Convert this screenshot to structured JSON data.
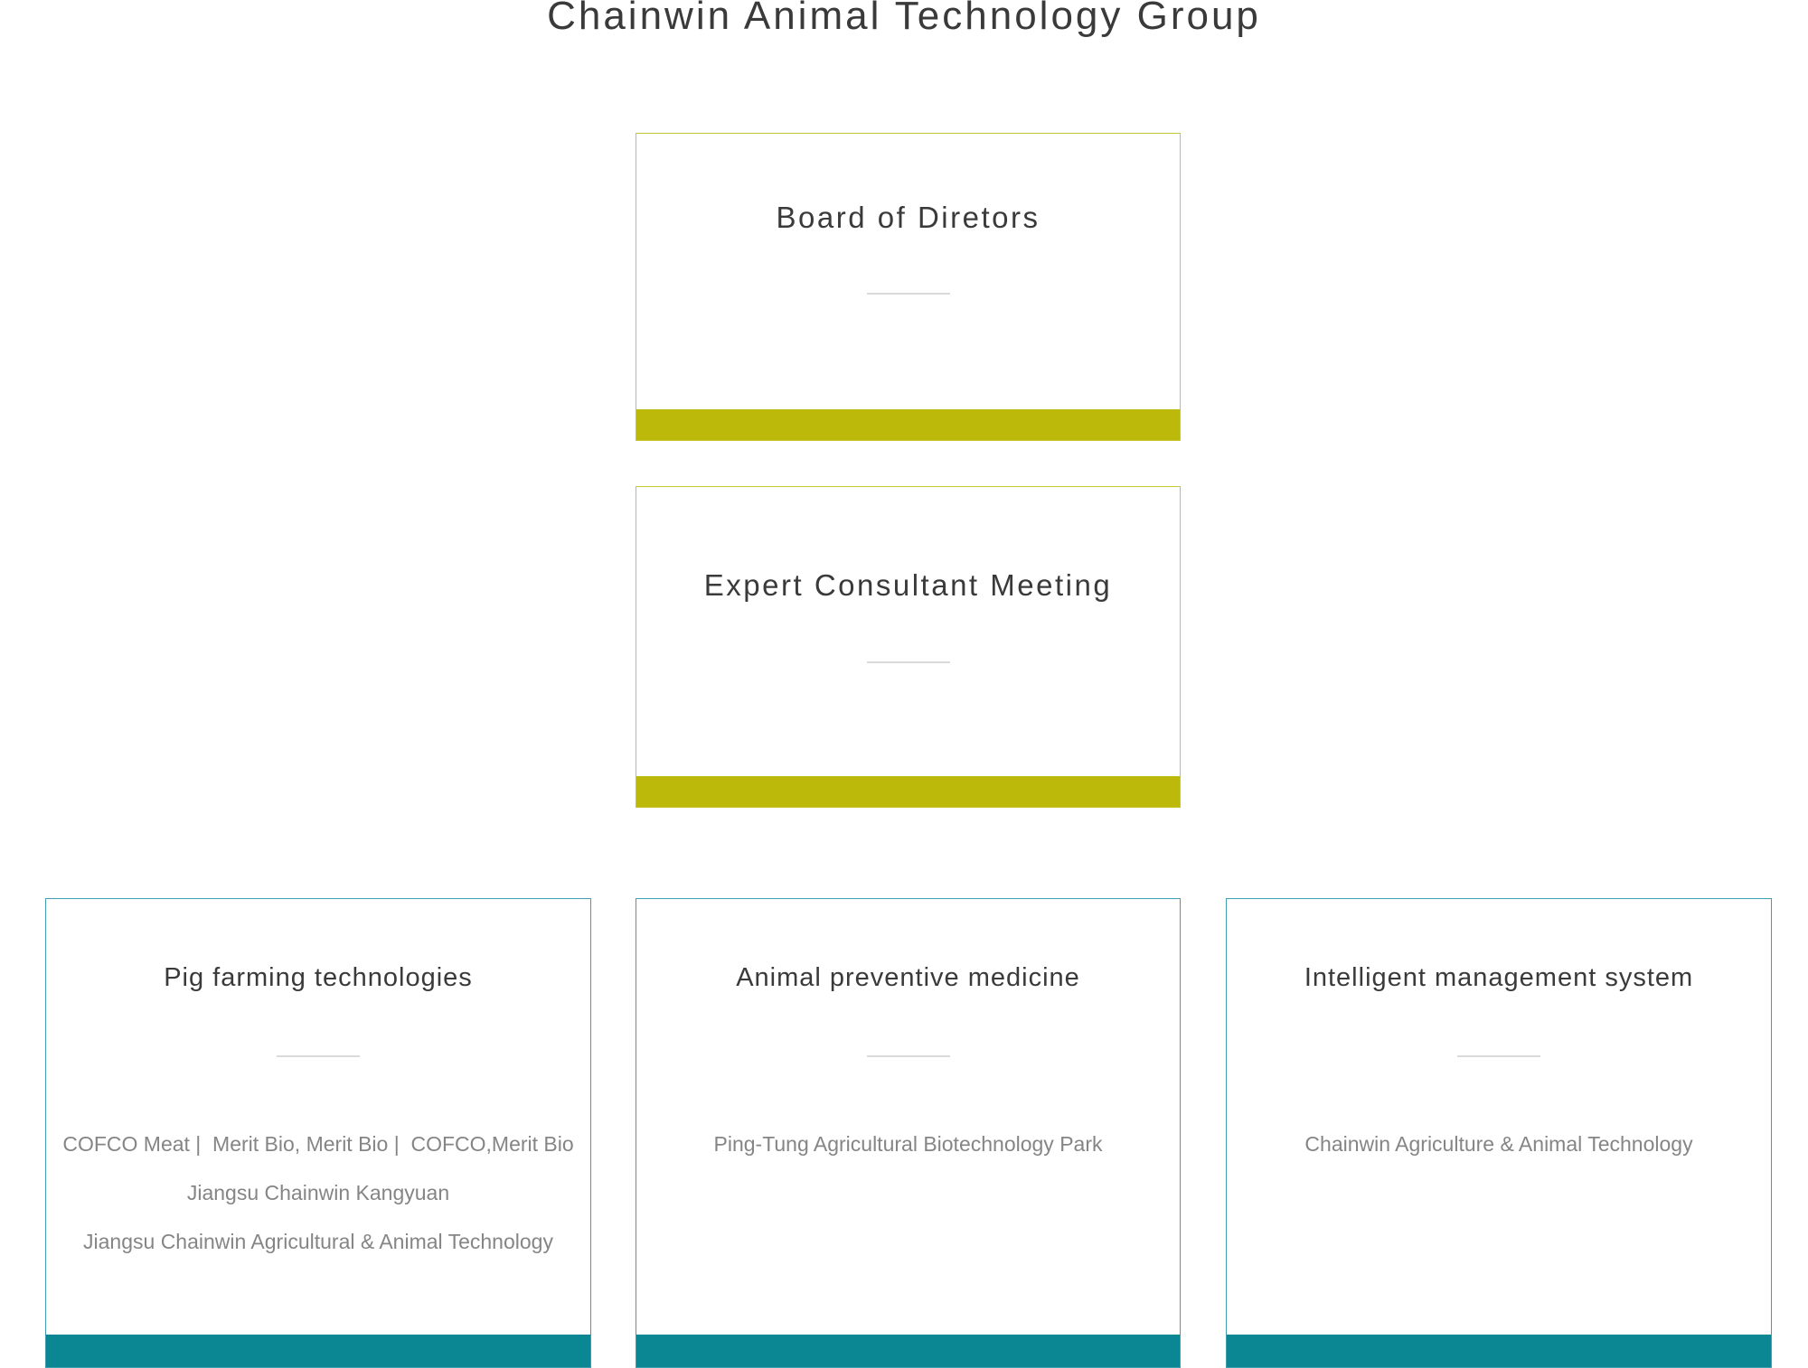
{
  "page": {
    "title": "Chainwin Animal Technology Group"
  },
  "colors": {
    "gold_accent": "#bcb90b",
    "gold_border": "#c9c633",
    "teal_accent": "#0b8794",
    "teal_border": "#3f9fb0",
    "divider": "#dadada"
  },
  "top_boxes": [
    {
      "title": "Board of Diretors"
    },
    {
      "title": "Expert Consultant Meeting"
    }
  ],
  "divisions": [
    {
      "title": "Pig farming technologies",
      "items": [
        "COFCO Meat |  Merit Bio, Merit Bio |  COFCO,Merit Bio",
        "Jiangsu Chainwin Kangyuan",
        "Jiangsu Chainwin Agricultural & Animal Technology"
      ]
    },
    {
      "title": "Animal preventive medicine",
      "items": [
        "Ping-Tung Agricultural Biotechnology Park"
      ]
    },
    {
      "title": "Intelligent management system",
      "items": [
        "Chainwin Agriculture & Animal Technology"
      ]
    }
  ]
}
